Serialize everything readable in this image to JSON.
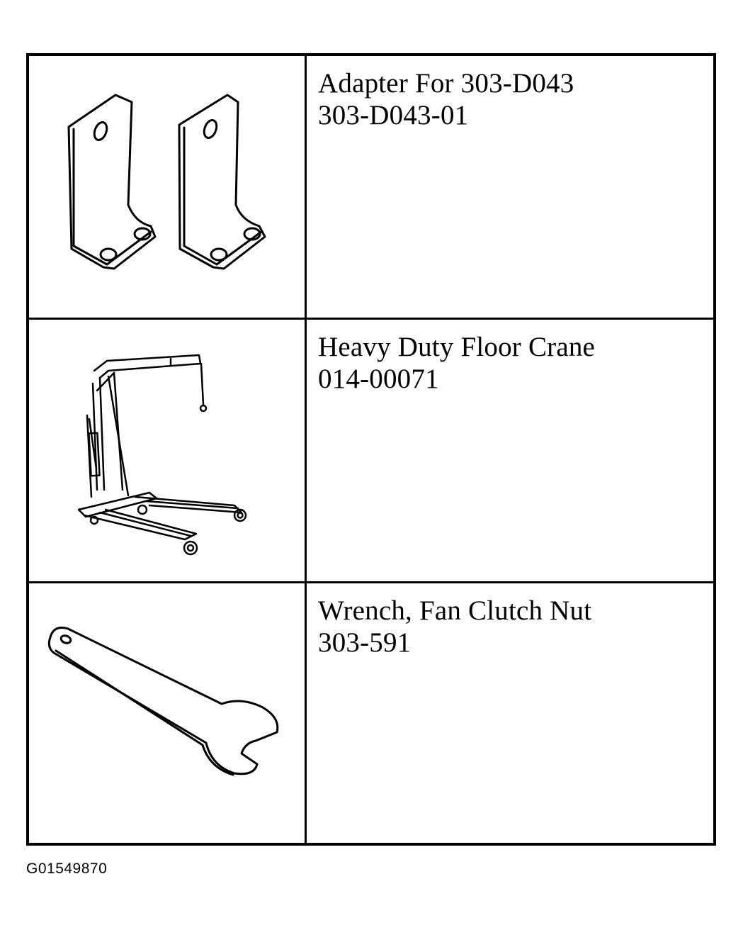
{
  "tools": [
    {
      "name": "Adapter For 303-D043",
      "number": "303-D043-01",
      "illustration": "adapter-brackets-illustration"
    },
    {
      "name": "Heavy Duty Floor Crane",
      "number": "014-00071",
      "illustration": "floor-crane-illustration"
    },
    {
      "name": "Wrench, Fan Clutch Nut",
      "number": "303-591",
      "illustration": "wrench-illustration"
    }
  ],
  "figure_code": "G01549870"
}
